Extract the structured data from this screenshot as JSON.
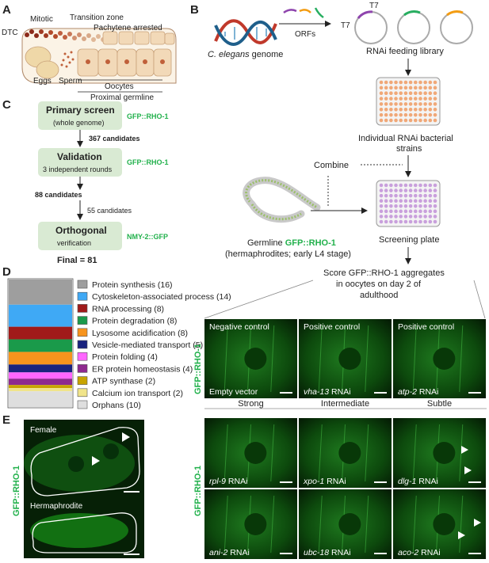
{
  "panels": {
    "a": {
      "letter": "A",
      "labels": {
        "dtc": "DTC",
        "mitotic": "Mitotic",
        "transition": "Transition zone",
        "pachytene": "Pachytene arrested",
        "eggs": "Eggs",
        "sperm": "Sperm",
        "oocytes": "Oocytes",
        "proximal": "Proximal germline"
      }
    },
    "b": {
      "letter": "B",
      "genome_italic": "C. elegans",
      "genome_rest": " genome",
      "orfs": "ORFs",
      "t7a": "T7",
      "t7b": "T7",
      "library": "RNAi feeding library",
      "strains_line1": "Individual RNAi bacterial",
      "strains_line2": "strains",
      "combine": "Combine",
      "germline_prefix": "Germline ",
      "germline_gfp": "GFP::RHO-1",
      "germline_line2": "(hermaphrodites; early L4 stage)",
      "screening_plate": "Screening plate",
      "score_line1": "Score GFP::RHO-1 aggregates",
      "score_line2": "in oocytes on day 2 of",
      "score_line3": "adulthood",
      "plate_colors": {
        "library": "#f0a878",
        "screen": "#c9a0dc"
      }
    },
    "c": {
      "letter": "C",
      "primary_title": "Primary screen",
      "primary_sub": "(whole genome)",
      "primary_marker": "GFP::RHO-1",
      "cand1": "367 candidates",
      "validation_title": "Validation",
      "validation_sub": "3 independent rounds",
      "validation_marker": "GFP::RHO-1",
      "cand2": "88 candidates",
      "cand3": "55 candidates",
      "orthogonal_title": "Orthogonal",
      "orthogonal_sub": "verification",
      "orthogonal_marker": "NMY-2::GFP",
      "final": "Final = 81",
      "box_color": "#d9ead3",
      "marker_color": "#22b14c"
    },
    "d": {
      "letter": "D",
      "categories": [
        {
          "label": "Protein synthesis (16)",
          "count": 16,
          "color": "#9e9e9e"
        },
        {
          "label": "Cytoskeleton-associated process (14)",
          "count": 14,
          "color": "#3fa9f5"
        },
        {
          "label": "RNA processing (8)",
          "count": 8,
          "color": "#a01a1a"
        },
        {
          "label": "Protein degradation (8)",
          "count": 8,
          "color": "#1a9a4a"
        },
        {
          "label": "Lysosome acidification (8)",
          "count": 8,
          "color": "#f7941d"
        },
        {
          "label": "Vesicle-mediated transport (5)",
          "count": 5,
          "color": "#1a237e"
        },
        {
          "label": "Protein folding (4)",
          "count": 4,
          "color": "#ff66ff"
        },
        {
          "label": "ER protein homeostasis (4)",
          "count": 4,
          "color": "#8e2a8e"
        },
        {
          "label": "ATP synthase (2)",
          "count": 2,
          "color": "#c8a400"
        },
        {
          "label": "Calcium ion transport (2)",
          "count": 2,
          "color": "#f0e48a"
        },
        {
          "label": "Orphans (10)",
          "count": 10,
          "color": "#dedede"
        }
      ]
    },
    "e": {
      "letter": "E",
      "ylabel": "GFP::RHO-1",
      "female": "Female",
      "hermaphrodite": "Hermaphrodite"
    },
    "micrographs": {
      "ylabel_top": "GFP::RHO-1",
      "ylabel_bottom": "GFP::RHO-1",
      "top_row": [
        {
          "title": "Negative control",
          "caption_italic": "",
          "caption_rest": "Empty vector"
        },
        {
          "title": "Positive control",
          "caption_italic": "vha-13",
          "caption_rest": " RNAi"
        },
        {
          "title": "Positive control",
          "caption_italic": "atp-2",
          "caption_rest": " RNAi"
        }
      ],
      "columns": [
        "Strong",
        "Intermediate",
        "Subtle"
      ],
      "middle_row": [
        {
          "caption_italic": "rpl-9",
          "caption_rest": " RNAi"
        },
        {
          "caption_italic": "xpo-1",
          "caption_rest": " RNAi"
        },
        {
          "caption_italic": "dlg-1",
          "caption_rest": " RNAi"
        }
      ],
      "bottom_row": [
        {
          "caption_italic": "ani-2",
          "caption_rest": " RNAi"
        },
        {
          "caption_italic": "ubc-18",
          "caption_rest": " RNAi"
        },
        {
          "caption_italic": "aco-2",
          "caption_rest": " RNAi"
        }
      ]
    }
  }
}
